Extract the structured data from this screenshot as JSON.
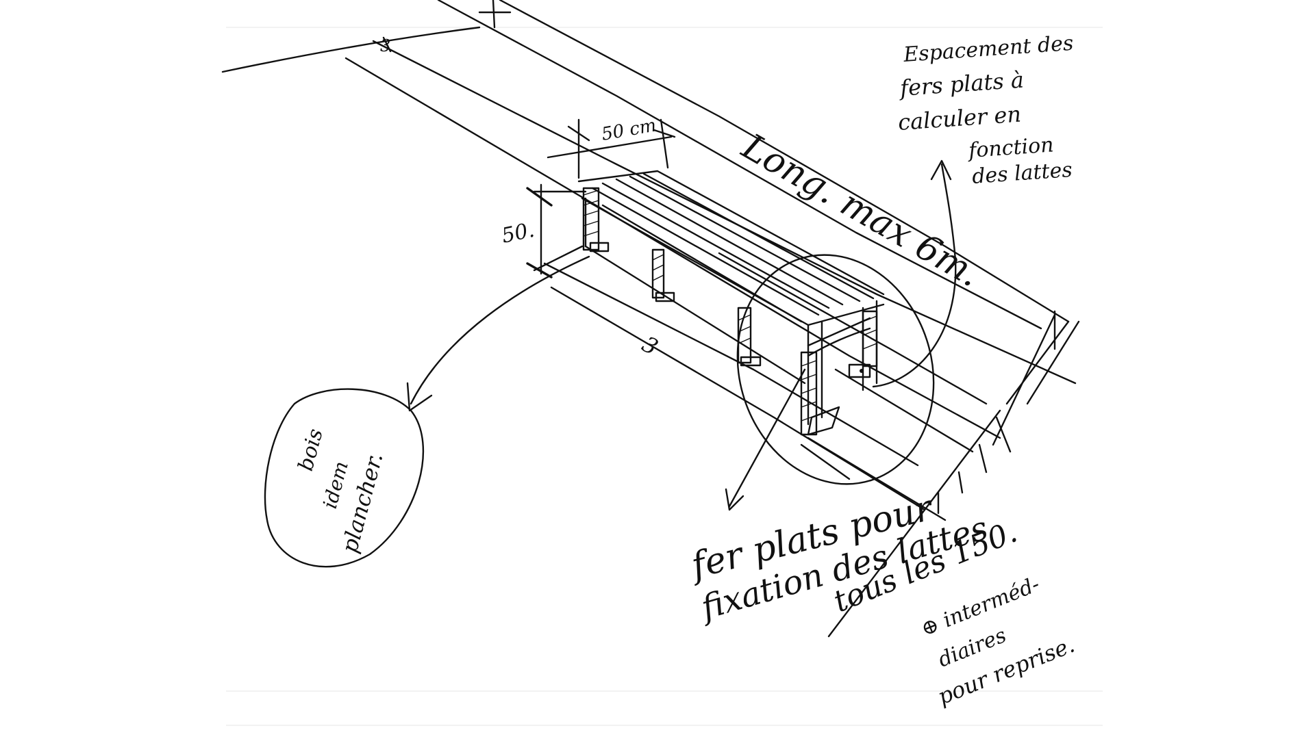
{
  "diagram": {
    "dimensions": {
      "width_label": "50 cm",
      "height_label": "50.",
      "depth_label_left": "3",
      "depth_label_mid": "3",
      "length_label": "Long. max 6m."
    },
    "annotations": {
      "spacing_note": [
        "Espacement des",
        "fers plats à",
        "calculer en",
        "fonction",
        "des lattes"
      ],
      "wood_note": [
        "bois",
        "idem",
        "plancher."
      ],
      "fixing_note": [
        "fer plats pour",
        "fixation des lattes",
        "tous les 150.",
        "⊕ interméd-",
        "diaires",
        "pour reprise."
      ]
    },
    "colors": {
      "ink": "#111111",
      "paper": "#ffffff",
      "ruling": "#e4e4e4"
    }
  }
}
